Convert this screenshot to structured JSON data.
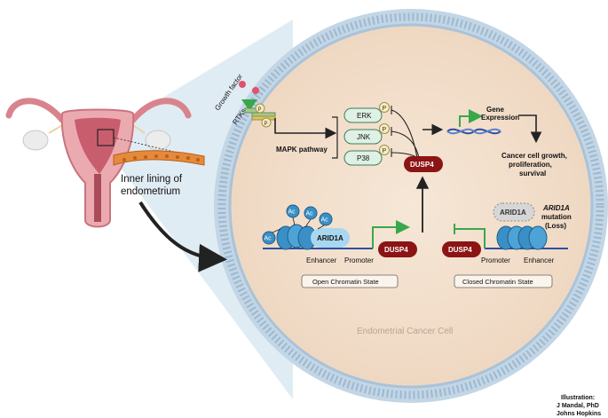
{
  "labels": {
    "growth_factor": "Growth factor",
    "rtks": "RTKs",
    "mapk_pathway": "MAPK  pathway",
    "erk": "ERK",
    "jnk": "JNK",
    "p38": "P38",
    "p": "P",
    "dusp4": "DUSP4",
    "gene_expression_1": "Gene",
    "gene_expression_2": "Expression",
    "outcome_1": "Cancer cell growth,",
    "outcome_2": "proliferation,",
    "outcome_3": "survival",
    "inner_lining_1": "Inner lining of",
    "inner_lining_2": "endometrium",
    "ac": "Ac",
    "arid1a": "ARID1A",
    "enhancer": "Enhancer",
    "promoter": "Promoter",
    "open_state": "Open Chromatin State",
    "closed_state": "Closed Chromatin State",
    "mutation_1": "ARID1A",
    "mutation_2": "mutation",
    "mutation_3": "(Loss)",
    "cell_name": "Endometrial Cancer Cell"
  },
  "credit": {
    "line1": "Illustration:",
    "line2": "J Mandal, PhD",
    "line3": "Johns Hopkins"
  },
  "colors": {
    "cytoplasm": "#f4e2cf",
    "membrane": "#a9c3d9",
    "callout": "#d7e8f0",
    "kinase_fill": "#dff0e4",
    "kinase_stroke": "#3f7d5e",
    "dusp4": "#8c1414",
    "arrow_green": "#3aa84a",
    "arid1a": "#a8d8f0",
    "nucleosome": "#3a8fc6",
    "dna": "#2c4fa3",
    "uterus": "#e9a0a6",
    "tissue": "#e58a3a"
  },
  "icons": [
    "receptor-icon",
    "growth-factor-icon",
    "nucleosome-icon",
    "dna-helix-icon",
    "uterus-icon"
  ]
}
